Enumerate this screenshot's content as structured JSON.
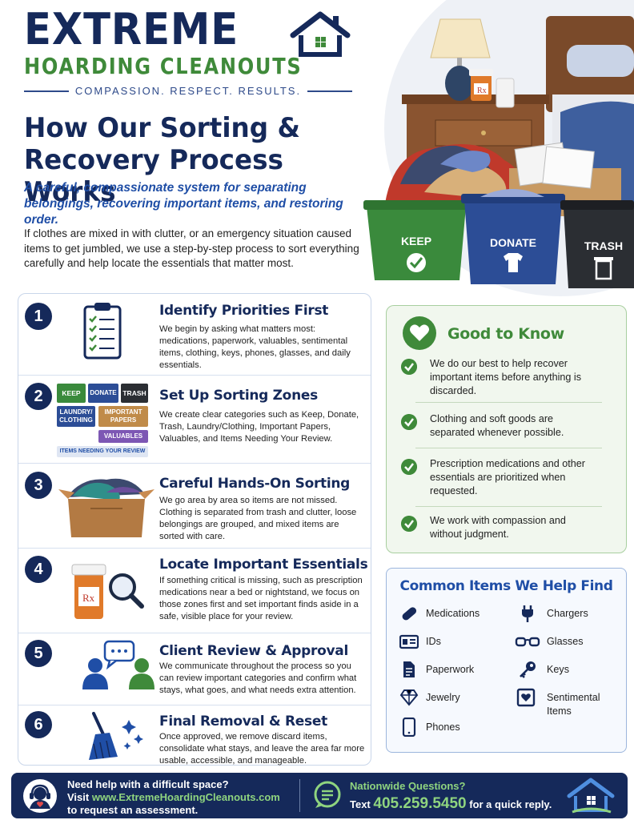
{
  "brand": {
    "name": "EXTREME",
    "sub": "HOARDING CLEANOUTS",
    "tagline": "COMPASSION. RESPECT. RESULTS."
  },
  "headline": "How Our Sorting & Recovery Process Works",
  "subhead": "A careful, compassionate system for separating belongings, recovering important items, and restoring order.",
  "intro": "If clothes are mixed in with clutter, or an emergency situation caused items to get jumbled, we use a step-by-step process to sort everything carefully and help locate the essentials that matter most.",
  "hero": {
    "bins": [
      {
        "label": "KEEP",
        "color": "#3a8a3c"
      },
      {
        "label": "DONATE",
        "color": "#2c4d96"
      },
      {
        "label": "TRASH",
        "color": "#2b2e33"
      }
    ],
    "rx": "Rx"
  },
  "steps": [
    {
      "num": "1",
      "title": "Identify Priorities First",
      "body": "We begin by asking what matters most: medications, paperwork, valuables, sentimental items, clothing, keys, phones, glasses, and daily essentials."
    },
    {
      "num": "2",
      "title": "Set Up Sorting Zones",
      "body": "We create clear categories such as Keep, Donate, Trash, Laundry/Clothing, Important Papers, Valuables, and Items Needing Your Review."
    },
    {
      "num": "3",
      "title": "Careful Hands-On Sorting",
      "body": "We go area by area so items are not missed. Clothing is separated from trash and clutter, loose belongings are grouped, and mixed items are sorted with care."
    },
    {
      "num": "4",
      "title": "Locate Important Essentials",
      "body": "If something critical is missing, such as prescription medications near a bed or nightstand, we focus on those zones first and set important finds aside in a safe, visible place for your review."
    },
    {
      "num": "5",
      "title": "Client Review & Approval",
      "body": "We communicate throughout the process so you can review important categories and confirm what stays, what goes, and what needs extra attention."
    },
    {
      "num": "6",
      "title": "Final Removal & Reset",
      "body": "Once approved, we remove discard items, consolidate what stays, and leave the area far more usable, accessible, and manageable."
    }
  ],
  "zones": {
    "keep": "KEEP",
    "donate": "DONATE",
    "trash": "TRASH",
    "laundry": "LAUNDRY/ CLOTHING",
    "papers": "IMPORTANT PAPERS",
    "valuables": "VALUABLES",
    "review": "ITEMS NEEDING YOUR REVIEW"
  },
  "step4_rx": "Rx",
  "good_to_know": {
    "title": "Good to Know",
    "items": [
      "We do our best to help recover important items before anything is discarded.",
      "Clothing and soft goods are separated whenever possible.",
      "Prescription medications and other essentials are prioritized when requested.",
      "We work with compassion and without judgment."
    ]
  },
  "common_items": {
    "title": "Common Items We Help Find",
    "left": [
      {
        "label": "Medications",
        "icon": "pill-icon"
      },
      {
        "label": "IDs",
        "icon": "id-card-icon"
      },
      {
        "label": "Paperwork",
        "icon": "document-icon"
      },
      {
        "label": "Jewelry",
        "icon": "diamond-icon"
      },
      {
        "label": "Phones",
        "icon": "phone-icon"
      }
    ],
    "right": [
      {
        "label": "Chargers",
        "icon": "plug-icon"
      },
      {
        "label": "Glasses",
        "icon": "glasses-icon"
      },
      {
        "label": "Keys",
        "icon": "key-icon"
      },
      {
        "label": "Sentimental Items",
        "icon": "photo-heart-icon"
      }
    ]
  },
  "footer": {
    "help": "Need help with a difficult space?",
    "visit_prefix": "Visit ",
    "url": "www.ExtremeHoardingCleanouts.com",
    "request": "to request an assessment.",
    "nationwide": "Nationwide Questions?",
    "text_prefix": "Text ",
    "phone": "405.259.5450",
    "text_suffix": " for a quick reply."
  },
  "colors": {
    "navy": "#15295a",
    "green": "#3f8a3a",
    "blue": "#1f4ea6",
    "light_green": "#8fd47f"
  }
}
